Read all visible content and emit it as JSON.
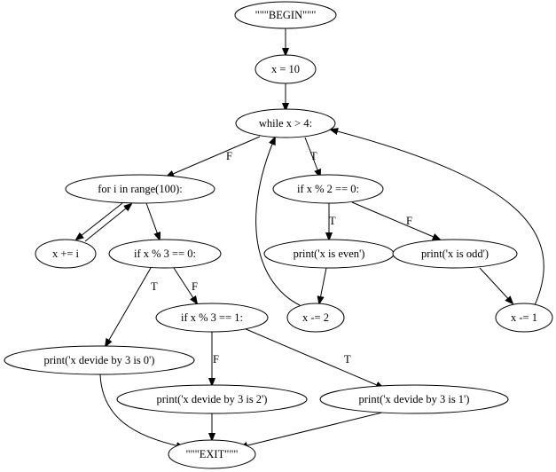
{
  "nodes": {
    "begin": "\"\"\"BEGIN\"\"\"",
    "x_init": "x = 10",
    "while_loop": "while x > 4:",
    "for_loop": "for i in range(100):",
    "if_even": "if x % 2 == 0:",
    "x_plus_i": "x += i",
    "if_mod3_0": "if x % 3 == 0:",
    "print_even": "print('x is even')",
    "print_odd": "print('x is odd')",
    "if_mod3_1": "if x % 3 == 1:",
    "x_minus_2": "x -= 2",
    "x_minus_1": "x -= 1",
    "print_div0": "print('x devide by 3 is 0')",
    "print_div2": "print('x devide by 3 is 2')",
    "print_div1": "print('x devide by 3 is 1')",
    "exit": "\"\"\"EXIT\"\"\""
  },
  "edge_labels": {
    "while_false": "F",
    "while_true": "T",
    "even_true": "T",
    "even_false": "F",
    "mod3_0_true": "T",
    "mod3_0_false": "F",
    "mod3_1_false": "F",
    "mod3_1_true": "T"
  }
}
